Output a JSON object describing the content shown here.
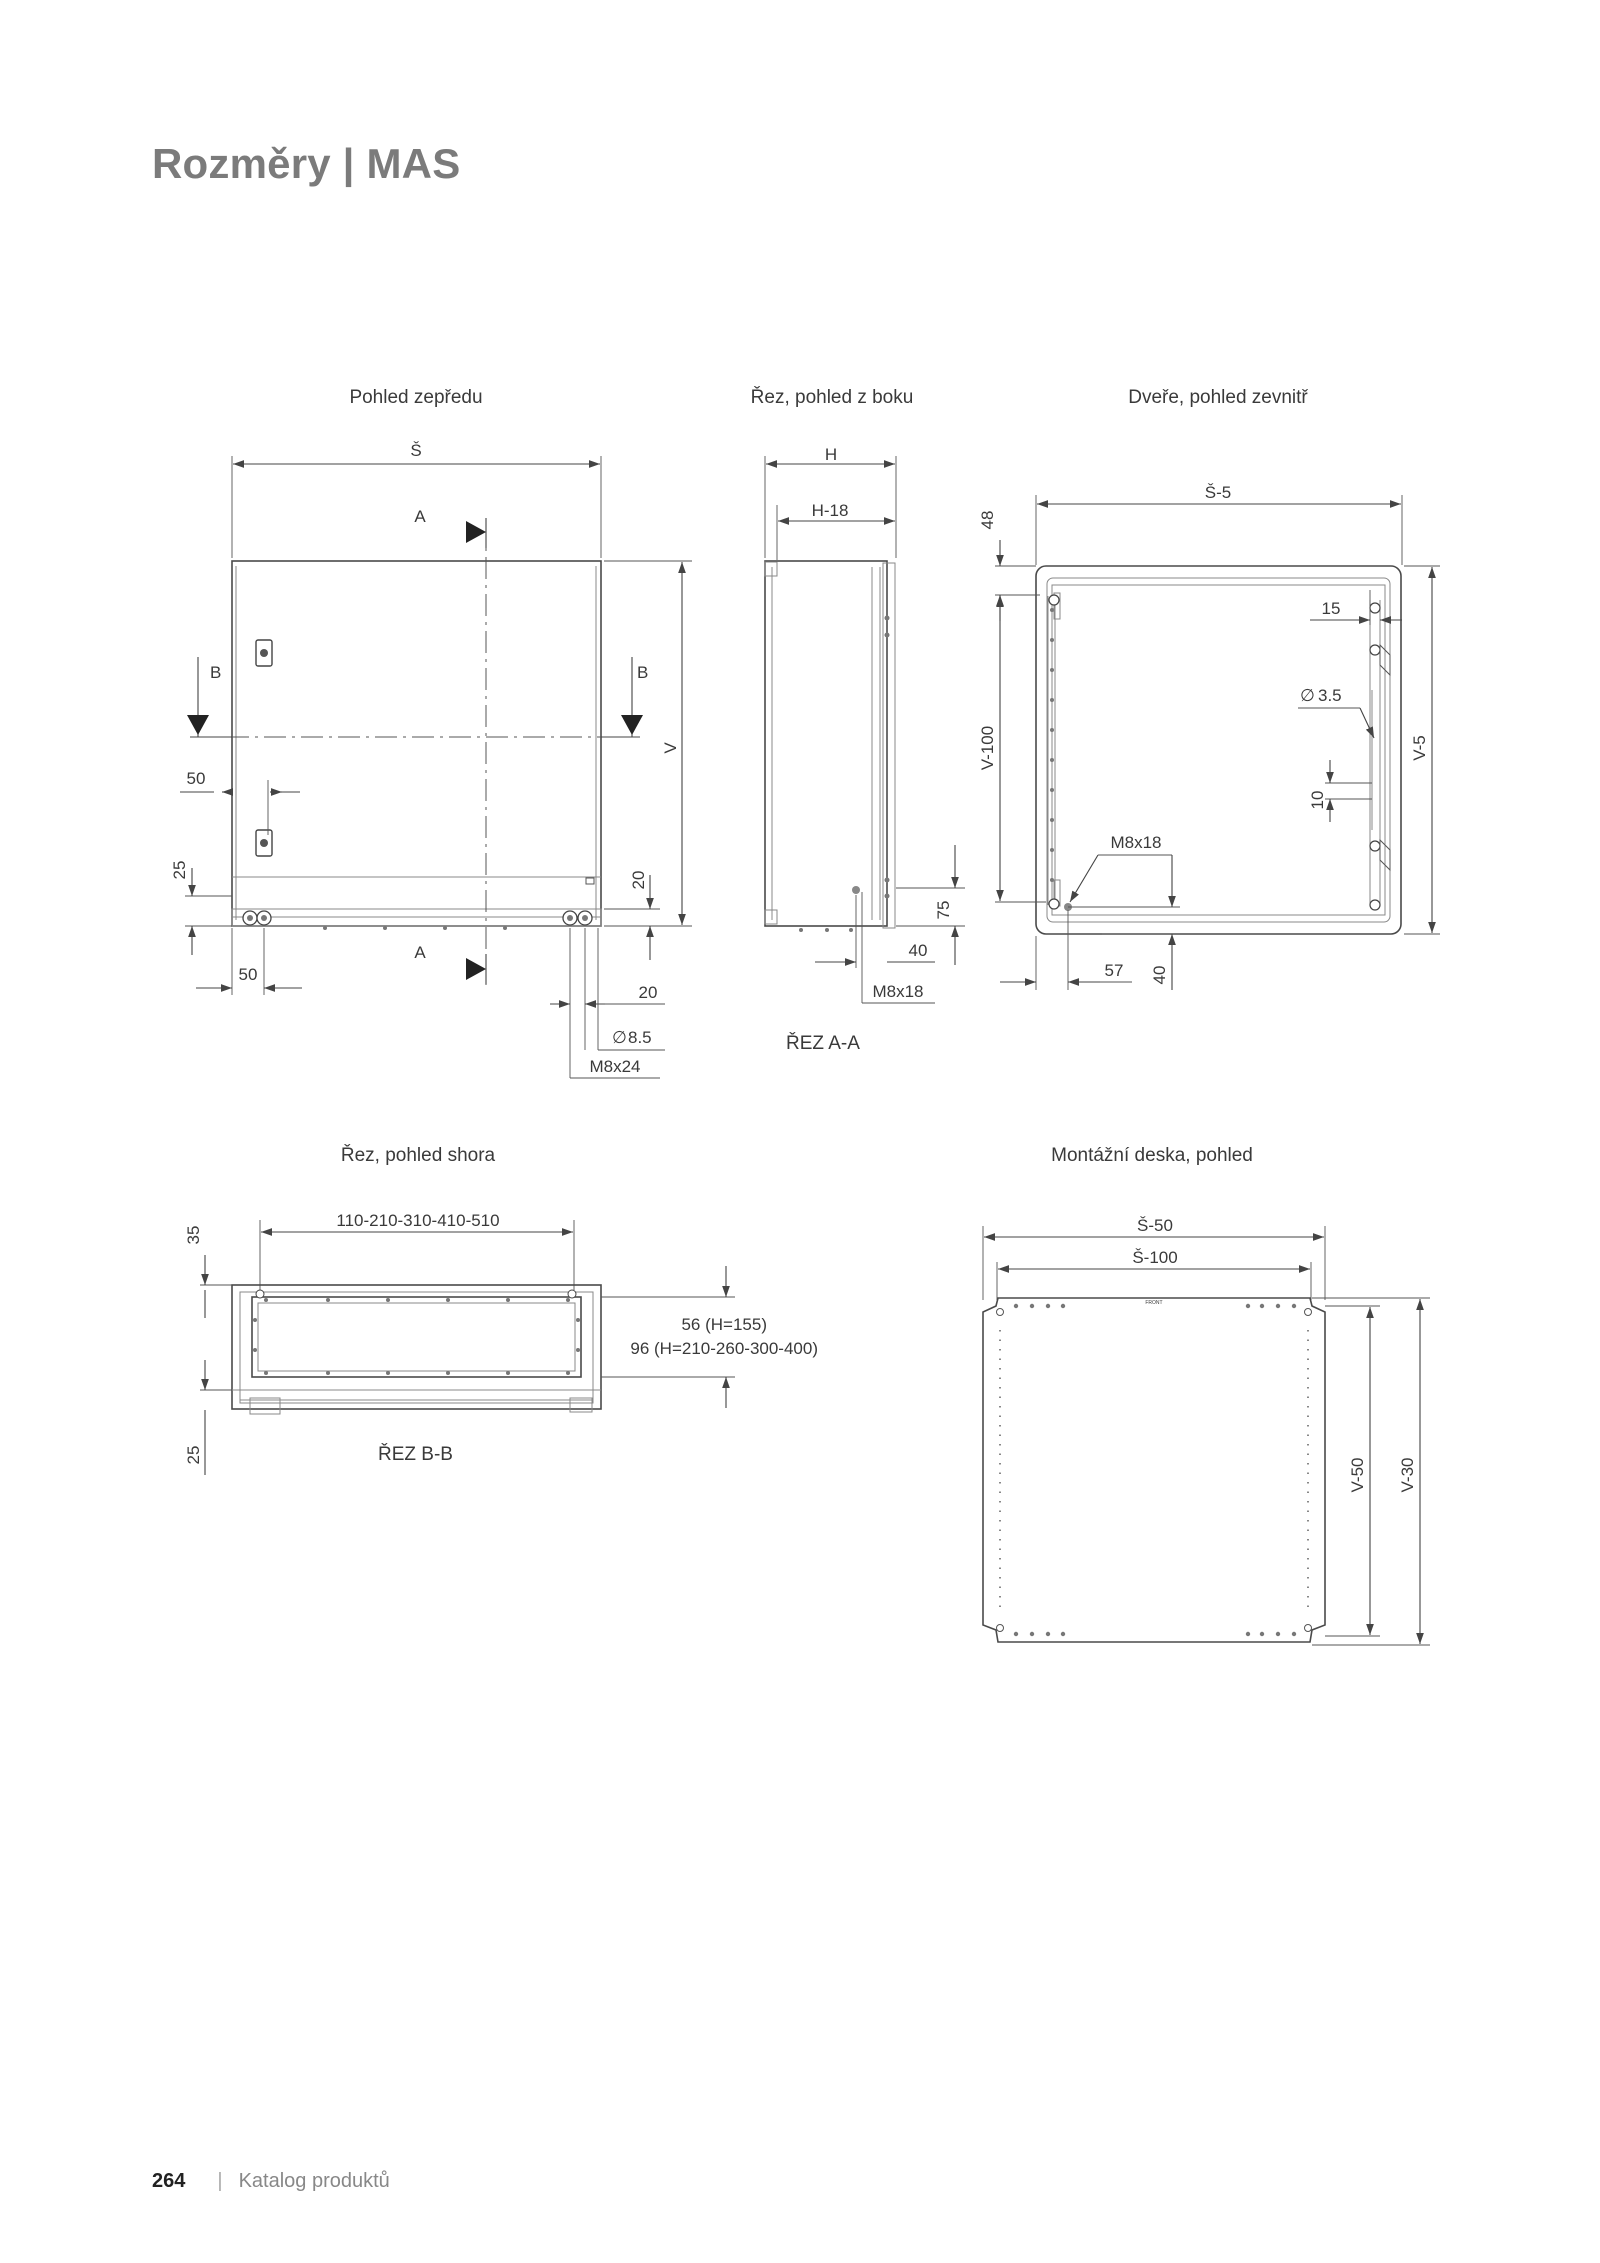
{
  "page": {
    "title": "Rozměry | MAS",
    "footer_page": "264",
    "footer_separator": "|",
    "footer_catalog": "Katalog produktů"
  },
  "views": {
    "front_title": "Pohled zepředu",
    "side_title": "Řez, pohled z boku",
    "door_title": "Dveře, pohled zevnitř",
    "top_title": "Řez, pohled shora",
    "plate_title": "Montážní deska, pohled",
    "section_aa": "ŘEZ A-A",
    "section_bb": "ŘEZ B-B"
  },
  "front": {
    "s": "Š",
    "a_top": "A",
    "a_bottom": "A",
    "b_left": "B",
    "b_right": "B",
    "v": "V",
    "d50_left": "50",
    "d25": "25",
    "d50_bottom": "50",
    "d20_right": "20",
    "d20_bottom": "20",
    "d85": "8.5",
    "m8x24": "M8x24"
  },
  "side": {
    "h": "H",
    "h18": "H-18",
    "d75": "75",
    "d40": "40",
    "m8x18": "M8x18"
  },
  "door": {
    "s5": "Š-5",
    "d48": "48",
    "v100": "V-100",
    "v5": "V-5",
    "d15": "15",
    "d35": "3.5",
    "d10": "10",
    "m8x18": "M8x18",
    "d57": "57",
    "d40": "40"
  },
  "top": {
    "widths": "110-210-310-410-510",
    "d35": "35",
    "d25": "25",
    "d56": "56 (H=155)",
    "d96": "96 (H=210-260-300-400)"
  },
  "plate": {
    "s50": "Š-50",
    "s100": "Š-100",
    "v50": "V-50",
    "v30": "V-30",
    "front_mark": "FRONT"
  },
  "symbols": {
    "diameter": "∅"
  }
}
